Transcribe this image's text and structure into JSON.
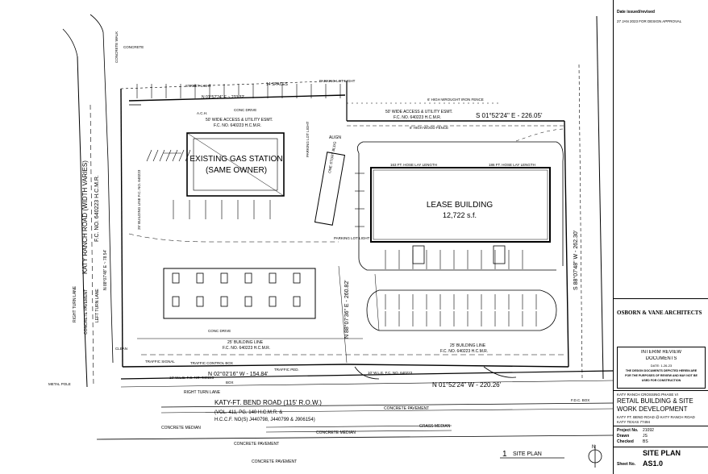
{
  "plan": {
    "labels": {
      "concrete_top": "CONCRETE",
      "concrete_walk": "CONCRETE WALK",
      "street_light": "STREET LIGHT",
      "parking_count": "14 SPACES",
      "parking_lot_light_top": "PARKING LOT LIGHT",
      "bearing_top": "N 01°52'24\" E ~ 233.32'",
      "conc_drive_top": "CONC DRIVE",
      "ach": "A.C.H.",
      "high_iron_fence": "6' HIGH WROUGHT IRON FENCE",
      "easement_top_1": "50' WIDE ACCESS & UTILITY ESMT.",
      "easement_top_2": "F.C. NO. 640223 H.C.M.R.",
      "easement_mid_1": "50' WIDE ACCESS & UTILITY ESMT.",
      "easement_mid_2": "F.C. NO. 640223 H.C.M.R.",
      "bearing_north": "S 01°52'24\" E - 226.05'",
      "wood_fence": "8' HIGH WOOD FENCE",
      "align": "ALIGN",
      "existing_1": "EXISTING GAS STATION",
      "existing_2": "(SAME OWNER)",
      "existing_structure": "ONE STORY BLDG",
      "parking_lot_light_left": "PARKING LOT LIGHT",
      "parking_lot_light_mid": "PARKING LOT LIGHT",
      "hose_left": "163 FT. HOSE LAY LENGTH",
      "hose_right": "186 FT. HOSE LAY LENGTH",
      "lease_1": "LEASE BUILDING",
      "lease_2": "12,722 s.f.",
      "road_name": "KATY RANCH ROAD (WIDTH VARIES)",
      "road_fc": "F.C. NO. 640223 H.C.M.R.",
      "right_turn_lane_v": "RIGHT TURN LANE",
      "concrete_pavement_v": "CONCRETE PAVEMENT",
      "left_turn_lane_v": "LEFT TURN LANE",
      "bldg_line_left": "25' BUILDING LINE F.C. NO. 640223",
      "bearing_west": "N 88°07'36\" E - 260.82'",
      "bearing_east": "S 88°07'48\" W - 262.30'",
      "bearing_west_small": "N 88°07'48\" E ~ 78.54'",
      "conc_drive_bottom": "CONC DRIVE",
      "bldg_line_bottom_1": "25' BUILDING LINE",
      "bldg_line_bottom_2": "F.C. NO. 640223 H.C.M.R.",
      "bldg_line_right_1": "25' BUILDING LINE",
      "bldg_line_right_2": "F.C. NO. 640223 H.C.M.R.",
      "traffic_signal": "TRAFFIC SIGNAL",
      "bearing_south_left": "N 02°02'16\" W - 154.84'",
      "traffic_ped": "TRAFFIC PED.",
      "traffic_control": "TRAFFIC CONTROL BOX",
      "wlfe_left": "10' W.L.E. F.C. NO. 640223",
      "wlfe_right": "10' W.L.E. F.C. NO. 640223",
      "bearing_south": "N 01°52'24\" W - 220.26'",
      "right_turn_lane_h": "RIGHT TURN LANE",
      "katy_ft_bend_1": "KATY-FT. BEND ROAD (115' R.O.W.)",
      "katy_ft_bend_2": "(VOL. 411, PG. 140 H.C.M.R. &",
      "katy_ft_bend_3": "H.C.C.F. NO(S) J440798, J440799 & J906154)",
      "concrete_pavement_1": "CONCRETE PAVEMENT",
      "grass_median": "GRASS MEDIAN",
      "concrete_median_1": "CONCRETE MEDIAN",
      "concrete_median_2": "CONCRETE MEDIAN",
      "concrete_pavement_2": "CONCRETE PAVEMENT",
      "concrete_pavement_3": "CONCRETE PAVEMENT",
      "metal_pole": "METAL POLE",
      "fdc_box": "F.D.C. BOX",
      "clean": "CLEAN",
      "box": "BOX",
      "sheet_number": "1",
      "sheet_title": "SITE PLAN"
    }
  },
  "title_block": {
    "date_header": "Date issued/revised",
    "date_line": "27 JAN 2023 FOR DESIGN APPROVAL",
    "firm": "OSBORN & VANE ARCHITECTS",
    "interim_1": "INTERIM REVIEW",
    "interim_2": "DOCUMENTS",
    "interim_3": "DATE: 1-26-23",
    "interim_4": "THE DESIGN DOCUMENTS DEPICTED HEREIN ARE",
    "interim_5": "FOR THE PURPOSES OF REVIEW AND MAY NOT BE",
    "interim_6": "USED FOR CONSTRUCTION",
    "project_small": "KATY RANCH CROSSING PHASE VI",
    "project_1": "RETAIL BUILDING & SITE",
    "project_2": "WORK DEVELOPMENT",
    "addr_1": "KATY FT. BEND ROAD @ KATY RANCH ROAD",
    "addr_2": "KATY TEXAS 77494",
    "project_no_label": "Project No.",
    "project_no": "21092",
    "drawn_label": "Drawn",
    "drawn": "JS",
    "checked_label": "Checked",
    "checked": "BS",
    "sheet_title": "SITE PLAN",
    "sheet_label": "Sheet No.",
    "sheet_no": "AS1.0"
  }
}
